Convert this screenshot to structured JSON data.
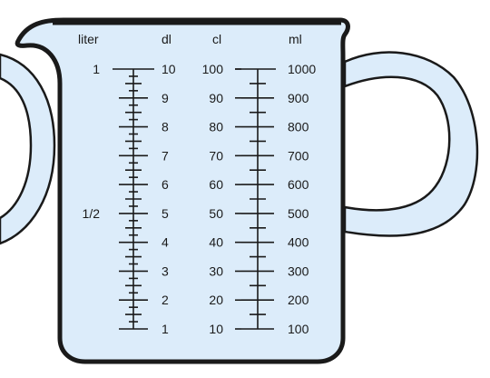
{
  "headers": {
    "liter": "liter",
    "dl": "dl",
    "cl": "cl",
    "ml": "ml"
  },
  "liter_marks": [
    {
      "label": "1",
      "dl": 10
    },
    {
      "label": "1/2",
      "dl": 5
    }
  ],
  "dl_labels": [
    "10",
    "9",
    "8",
    "7",
    "6",
    "5",
    "4",
    "3",
    "2",
    "1"
  ],
  "cl_labels": [
    "100",
    "90",
    "80",
    "70",
    "60",
    "50",
    "40",
    "30",
    "20",
    "10"
  ],
  "ml_labels": [
    "1000",
    "900",
    "800",
    "700",
    "600",
    "500",
    "400",
    "300",
    "200",
    "100"
  ],
  "colors": {
    "liquid": "#dcecfa",
    "outline": "#1a1a1a",
    "handle_fill": "#dcecfa"
  }
}
